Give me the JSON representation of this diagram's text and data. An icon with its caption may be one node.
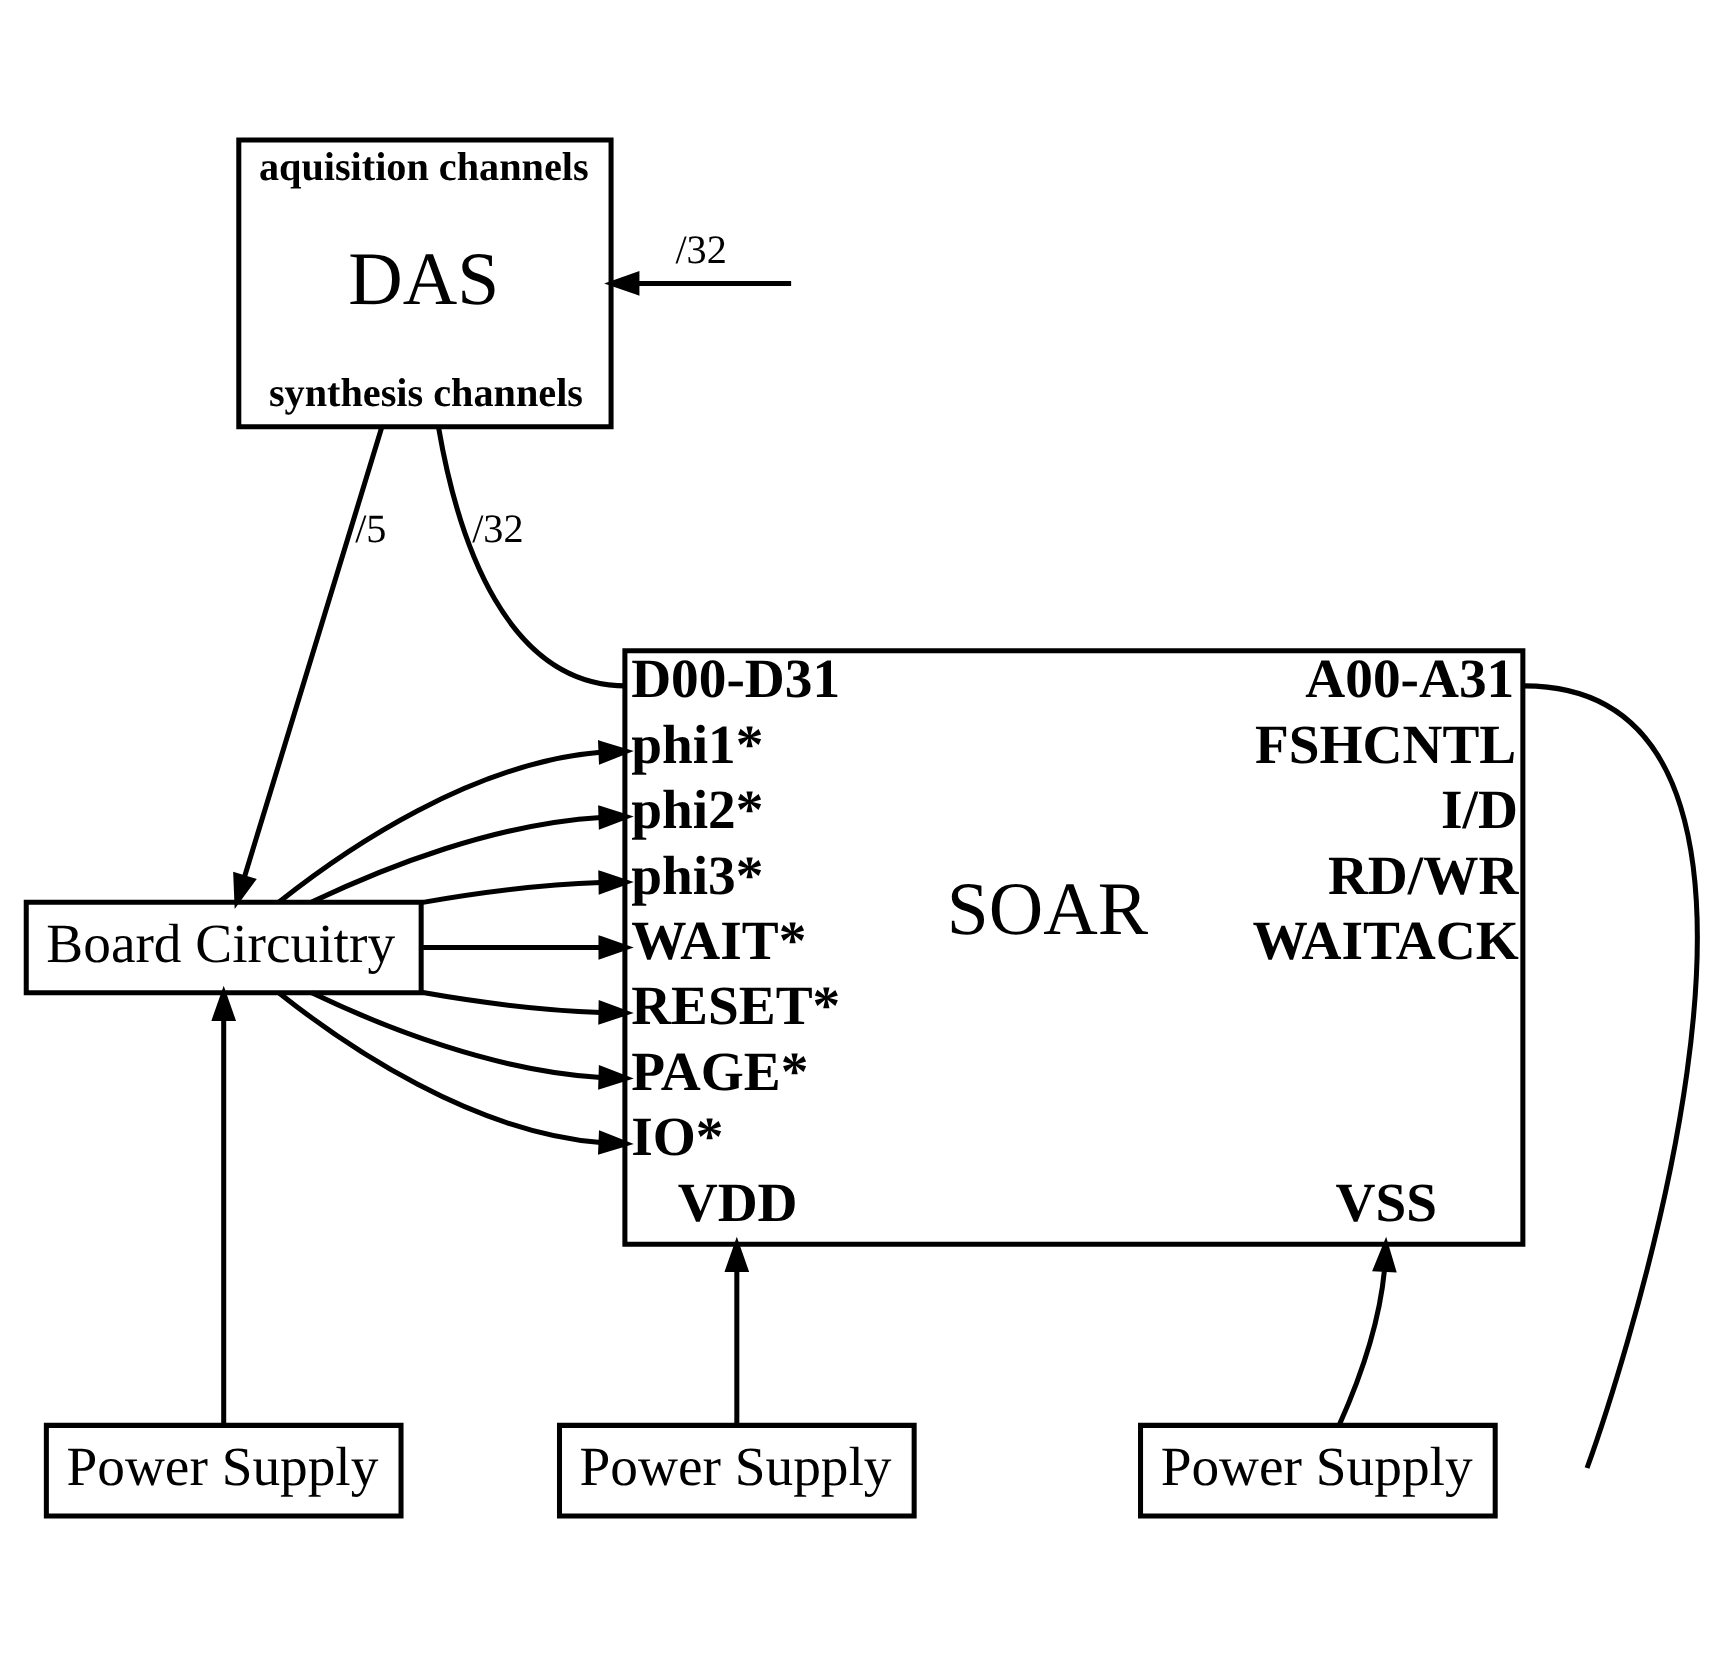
{
  "diagram": {
    "nodes": [
      {
        "text": [
          "aquisition channels",
          "DAS",
          "synthesis channels"
        ]
      },
      {
        "text": [
          "Board Circuitry"
        ]
      },
      {
        "text": [
          "SOAR",
          "D00-D31",
          "phi1*",
          "phi2*",
          "phi3*",
          "WAIT*",
          "RESET*",
          "PAGE*",
          "IO*",
          "A00-A31",
          "FSHCNTL",
          "I/D",
          "RD/WR",
          "WAITACK",
          "VDD",
          "VSS"
        ]
      },
      {
        "text": [
          "Power Supply"
        ]
      },
      {
        "text": [
          "Power Supply"
        ]
      },
      {
        "text": [
          "Power Supply"
        ]
      }
    ],
    "edges": [
      {
        "from": null,
        "to": 0,
        "arrow": "to",
        "label": "/32"
      },
      {
        "from": 0,
        "to": 1,
        "arrow": "to",
        "label": "/5"
      },
      {
        "from": 0,
        "to": 2,
        "arrow": "none",
        "label": "/32"
      },
      {
        "from": 2,
        "to": null,
        "arrow": "none"
      },
      {
        "from": 1,
        "to": 2,
        "arrow": "to"
      },
      {
        "from": 1,
        "to": 2,
        "arrow": "to"
      },
      {
        "from": 1,
        "to": 2,
        "arrow": "to"
      },
      {
        "from": 1,
        "to": 2,
        "arrow": "to"
      },
      {
        "from": 1,
        "to": 2,
        "arrow": "to"
      },
      {
        "from": 1,
        "to": 2,
        "arrow": "to"
      },
      {
        "from": 1,
        "to": 2,
        "arrow": "to"
      },
      {
        "from": 3,
        "to": 1,
        "arrow": "to"
      },
      {
        "from": 4,
        "to": 2,
        "arrow": "to"
      },
      {
        "from": 5,
        "to": 2,
        "arrow": "to"
      }
    ]
  }
}
